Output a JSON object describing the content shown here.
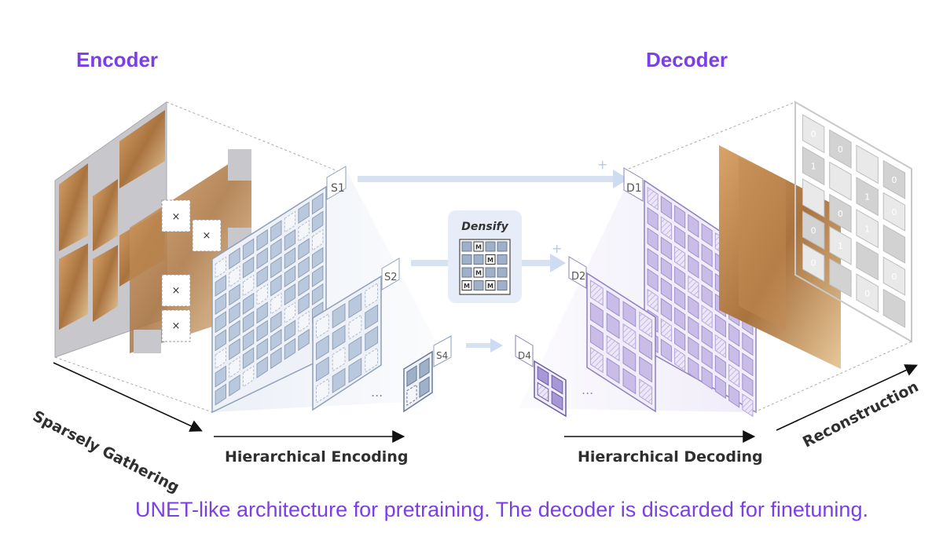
{
  "titles": {
    "encoder": "Encoder",
    "decoder": "Decoder"
  },
  "axes": {
    "sparsely_gathering": "Sparsely Gathering",
    "hierarchical_encoding": "Hierarchical Encoding",
    "hierarchical_decoding": "Hierarchical Decoding",
    "reconstruction": "Reconstruction"
  },
  "densify": {
    "label": "Densify",
    "mask_token": "M"
  },
  "feature_maps": {
    "s1": "S1",
    "s2": "S2",
    "s4": "S4",
    "d1": "D1",
    "d2": "D2",
    "d4": "D4"
  },
  "ellipsis": "...",
  "skip_plus": "+",
  "masked_cell": "×",
  "mask_values": [
    "0",
    "0",
    "0",
    "1",
    "1",
    "0",
    "0",
    "1",
    "0",
    "1",
    "0",
    "0",
    "0"
  ],
  "caption": "UNET-like architecture for pretraining. The decoder is discarded for finetuning.",
  "colors": {
    "accent": "#7b3fe4",
    "encoder_grid": "#b9c8dc",
    "decoder_grid": "#c9bde8",
    "arrow": "#d6e2f1"
  }
}
